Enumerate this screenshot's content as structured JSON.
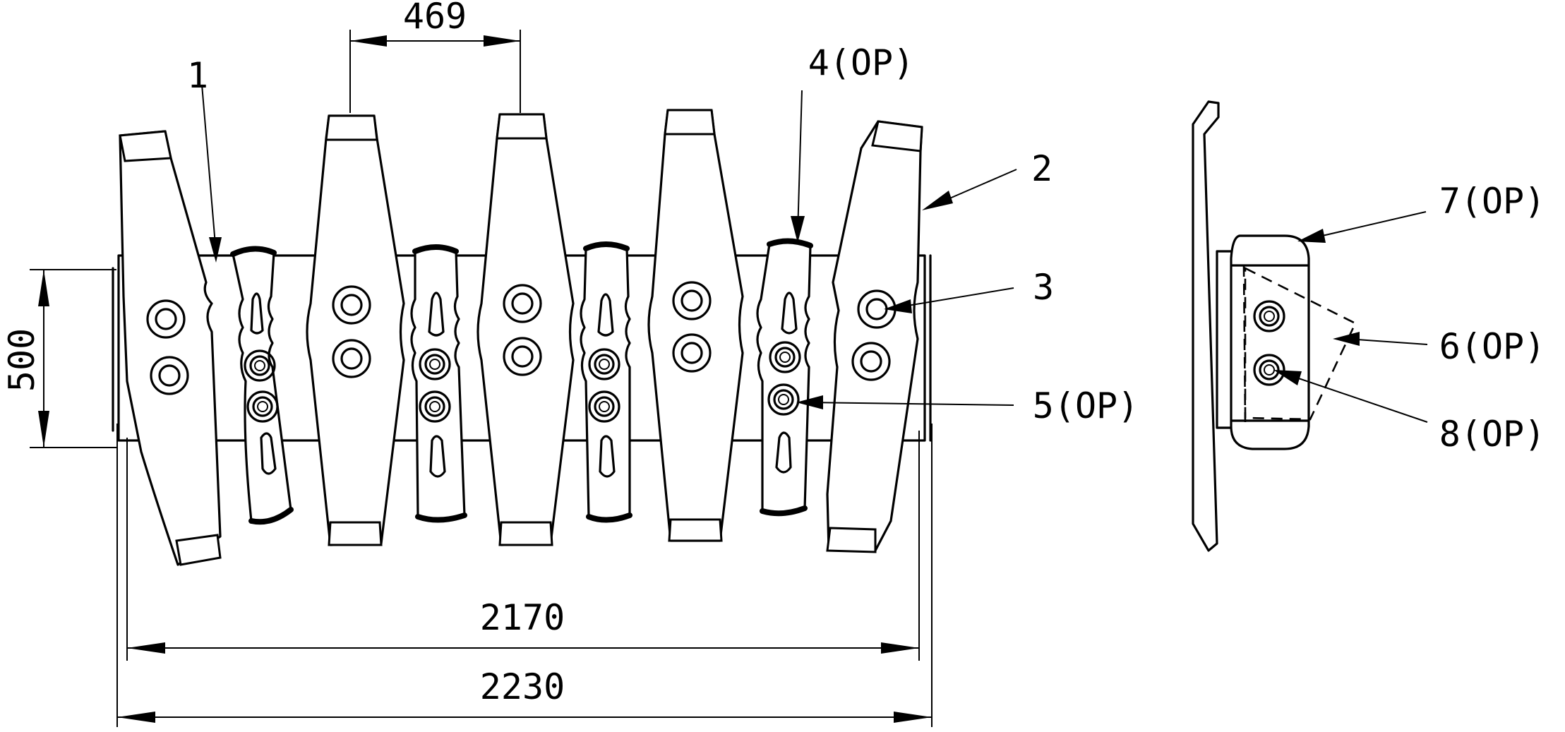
{
  "dimensions": {
    "spacing": "469",
    "height": "500",
    "inner_width": "2170",
    "outer_width": "2230"
  },
  "callouts": {
    "c1": "1",
    "c2": "2",
    "c3": "3",
    "c4": "4(OP)",
    "c5": "5(OP)",
    "c6": "6(OP)",
    "c7": "7(OP)",
    "c8": "8(OP)"
  }
}
